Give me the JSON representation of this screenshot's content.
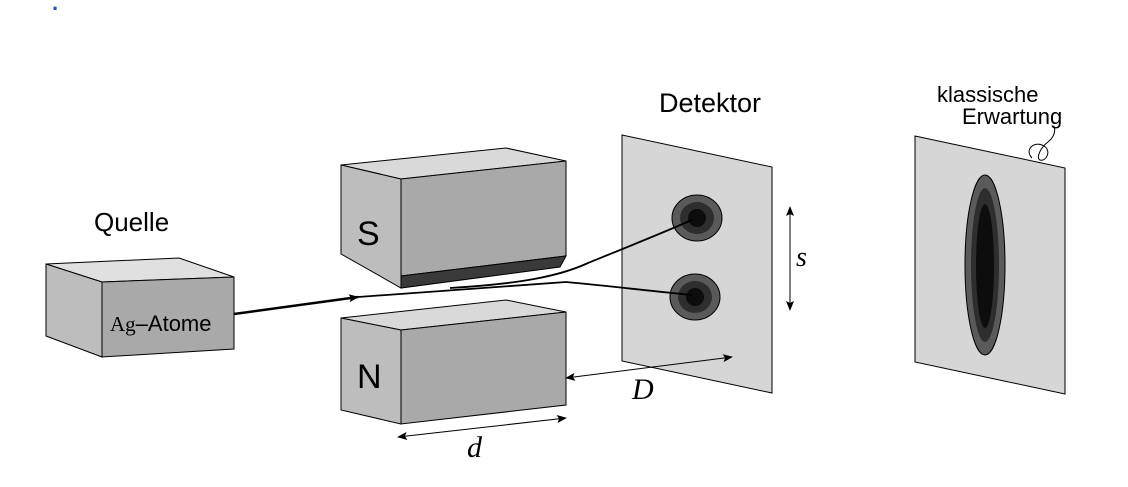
{
  "corner_mark": ".",
  "source": {
    "label": "Quelle",
    "atoms_prefix": "Ag",
    "atoms_suffix": "–Atome"
  },
  "magnet_south": {
    "label": "S"
  },
  "magnet_north": {
    "label": "N"
  },
  "detector": {
    "label": "Detektor"
  },
  "classical": {
    "line1": "klassische",
    "line2": "Erwartung"
  },
  "dimensions": {
    "length": "d",
    "distance": "D",
    "separation": "s"
  },
  "colors": {
    "box_front": "#b3b3b3",
    "box_top": "#e0e0e0",
    "box_side": "#a6a6a6",
    "magnet_top": "#d9d9d9",
    "screen": "#d6d6d6",
    "spot_outer": "#5a5a5a",
    "spot_mid": "#2e2e2e",
    "spot_inner": "#0d0d0d",
    "corner_mark": "#1f4fd8"
  }
}
